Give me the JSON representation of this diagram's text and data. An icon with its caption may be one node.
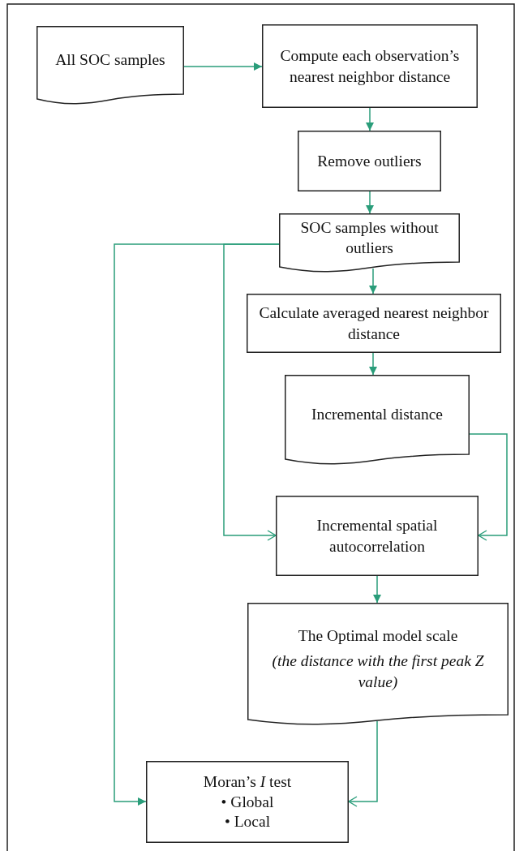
{
  "diagram": {
    "nodes": [
      {
        "text": [
          "All SOC samples"
        ]
      },
      {
        "text": [
          "Compute each observation’s nearest neighbor distance"
        ]
      },
      {
        "text": [
          "Remove outliers"
        ]
      },
      {
        "text": [
          "SOC samples without outliers"
        ]
      },
      {
        "text": [
          "Calculate averaged nearest neighbor distance"
        ]
      },
      {
        "text": [
          "Incremental distance"
        ]
      },
      {
        "text": [
          "Incremental spatial autocorrelation"
        ]
      },
      {
        "text": [
          "The Optimal model scale",
          "(the distance with the first peak Z value)"
        ]
      },
      {
        "text": [
          "Moran’s *I* test",
          "• Global",
          "• Local"
        ]
      }
    ],
    "edges": [
      {
        "from": 0,
        "to": 1,
        "arrow": "to"
      },
      {
        "from": 1,
        "to": 2,
        "arrow": "to"
      },
      {
        "from": 2,
        "to": 3,
        "arrow": "to"
      },
      {
        "from": 3,
        "to": 4,
        "arrow": "to"
      },
      {
        "from": 4,
        "to": 5,
        "arrow": "to"
      },
      {
        "from": 3,
        "to": 6,
        "arrow": "to"
      },
      {
        "from": 5,
        "to": 6,
        "arrow": "to"
      },
      {
        "from": 6,
        "to": 7,
        "arrow": "to"
      },
      {
        "from": 7,
        "to": 8,
        "arrow": "to"
      },
      {
        "from": 3,
        "to": 8,
        "arrow": "to"
      }
    ]
  }
}
